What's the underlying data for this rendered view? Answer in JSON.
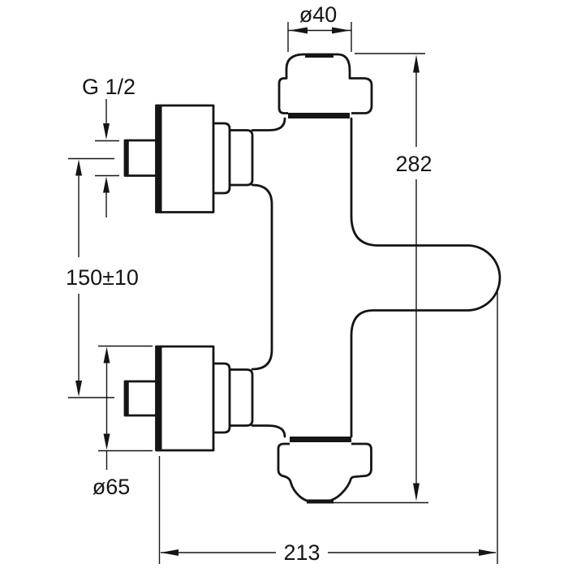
{
  "drawing": {
    "dimensions": {
      "top_connection_diameter": "ø40",
      "thread_size": "G 1/2",
      "overall_height": "282",
      "connection_spacing": "150±10",
      "handle_diameter": "ø65",
      "overall_depth": "213"
    },
    "colors": {
      "line": "#151515",
      "background": "#ffffff"
    }
  }
}
